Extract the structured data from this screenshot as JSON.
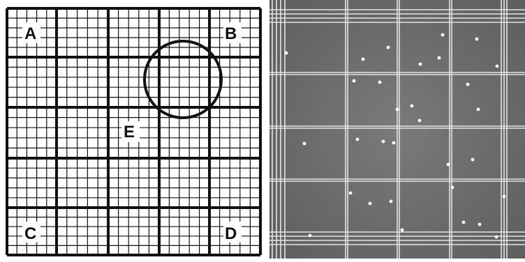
{
  "diagram": {
    "labels": {
      "a": "A",
      "b": "B",
      "c": "C",
      "d": "D",
      "e": "E"
    },
    "line_color": "#111111",
    "background": "#ffffff"
  },
  "micrograph": {
    "background": "#6f6f6f",
    "grid_line_color": "#e4e4e4",
    "cell_color": "#ffffff"
  }
}
